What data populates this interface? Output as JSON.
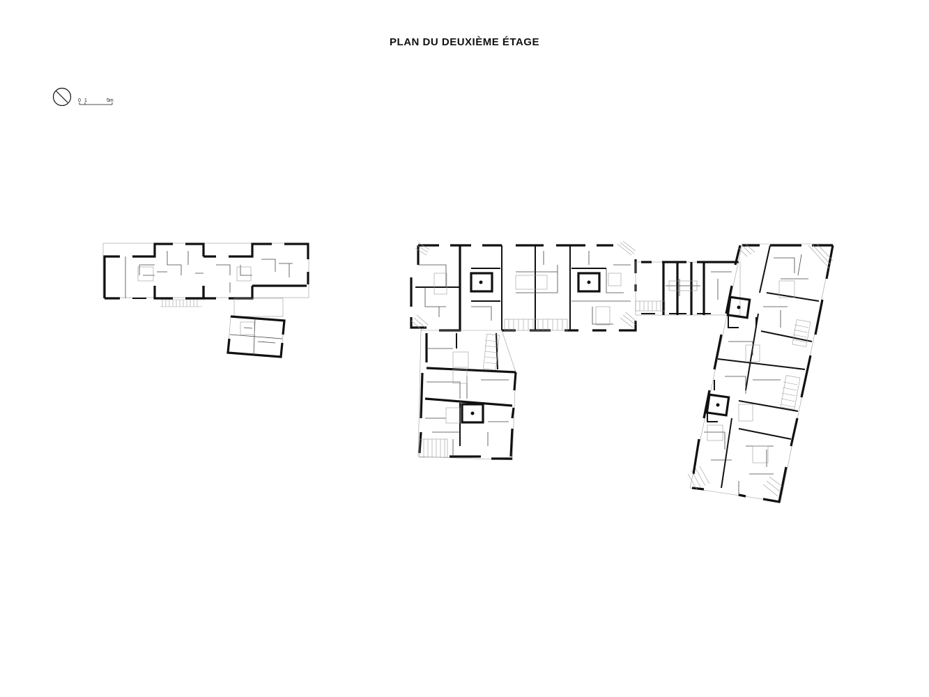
{
  "title": "PLAN DU DEUXIÈME ÉTAGE",
  "north_arrow": {
    "icon": "north-arrow-icon"
  },
  "scale_bar": {
    "label_0": "0",
    "label_1": "1",
    "label_5": "5m"
  },
  "buildings": [
    "west-block",
    "west-annex",
    "central-block",
    "central-wing",
    "link-bridge",
    "east-block"
  ]
}
